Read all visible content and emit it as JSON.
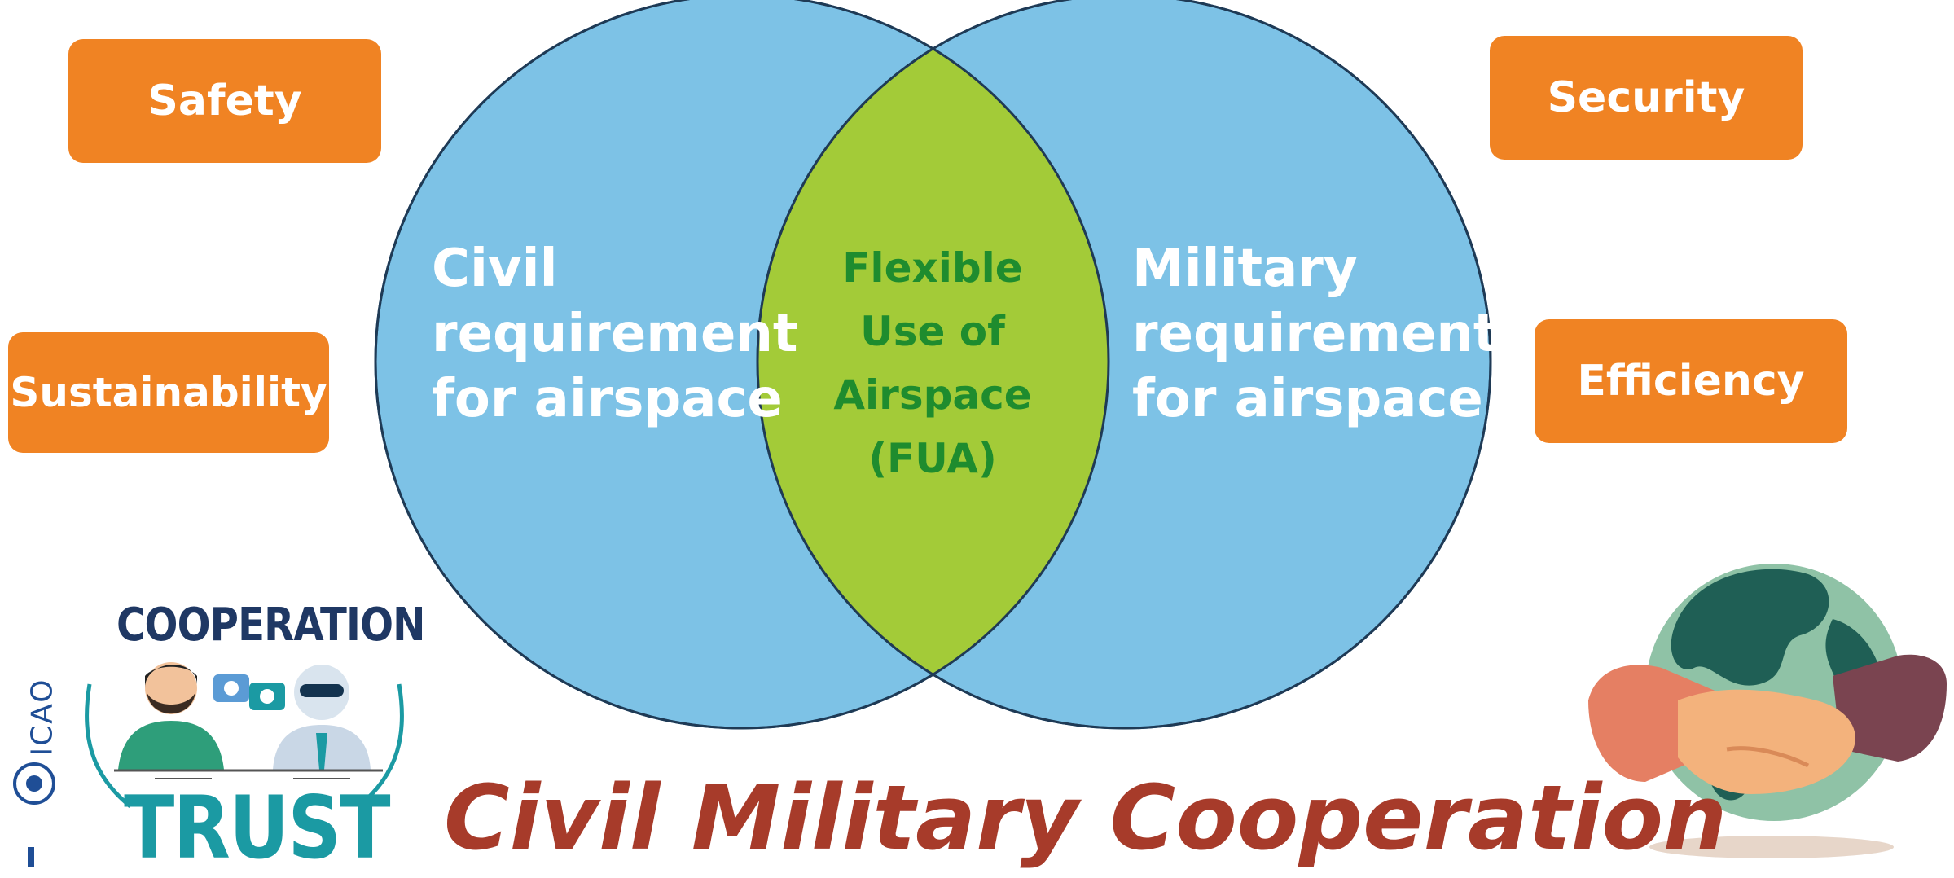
{
  "boxes": {
    "safety": "Safety",
    "security": "Security",
    "sustainability": "Sustainability",
    "efficiency": "Efficiency"
  },
  "venn": {
    "left": [
      "Civil",
      "requirement",
      "for airspace"
    ],
    "right": [
      "Military",
      "requirement",
      "for airspace"
    ],
    "overlap": [
      "Flexible",
      "Use of",
      "Airspace",
      "(FUA)"
    ]
  },
  "logo": {
    "top": "COOPERATION",
    "bottom": "TRUST"
  },
  "icao": "ICAO",
  "title": "Civil Military Cooperation",
  "colors": {
    "circle": "#7DC2E6",
    "overlap": "#A3CB38",
    "box": "#F08323",
    "title": "#A73B2A",
    "overlap_text": "#1E8C2E"
  },
  "icons": [
    "person-icon",
    "robot-icon",
    "gear-icon",
    "globe-icon",
    "handshake-icon",
    "icao-emblem-icon"
  ]
}
